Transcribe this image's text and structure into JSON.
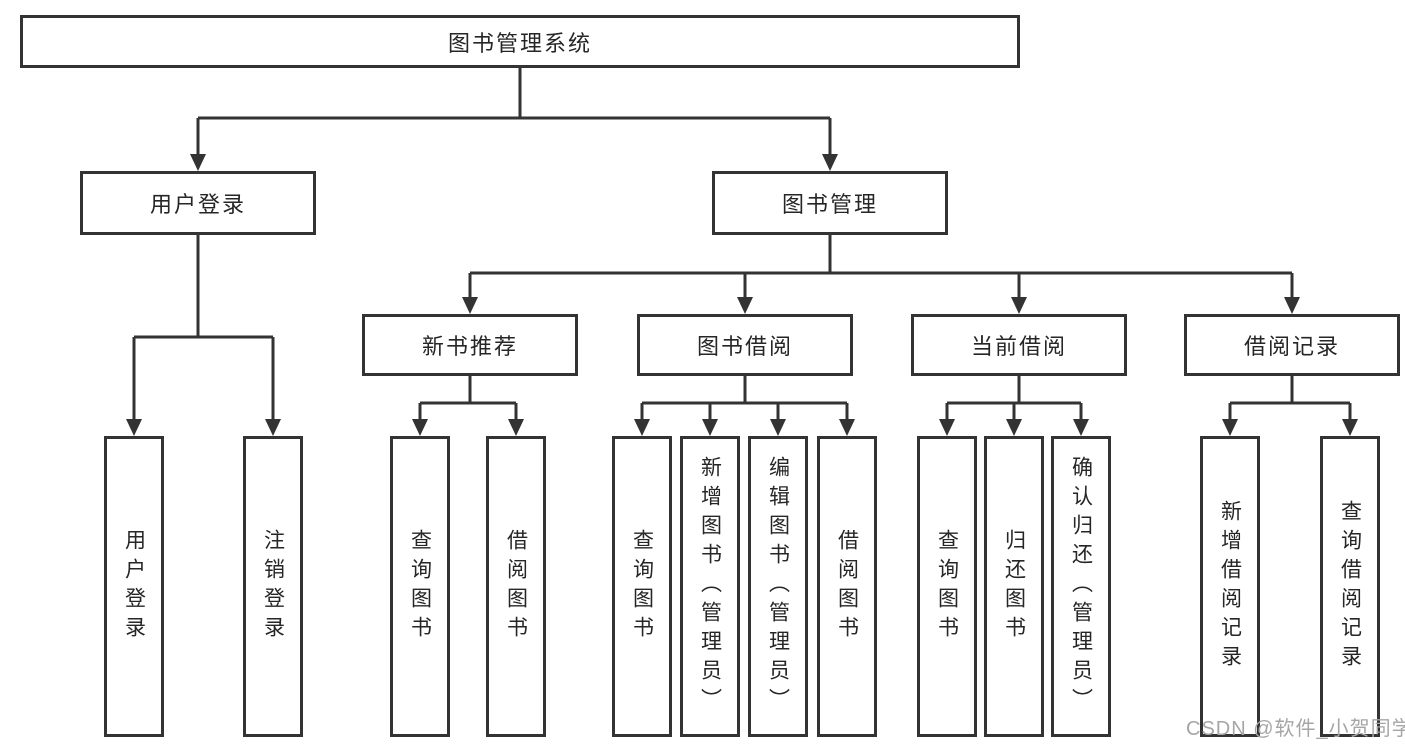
{
  "diagram": {
    "title": "图书管理系统",
    "branches": [
      {
        "label": "用户登录",
        "children": [
          {
            "label": "用户登录"
          },
          {
            "label": "注销登录"
          }
        ]
      },
      {
        "label": "图书管理",
        "children": [
          {
            "label": "新书推荐",
            "children": [
              {
                "label": "查询图书"
              },
              {
                "label": "借阅图书"
              }
            ]
          },
          {
            "label": "图书借阅",
            "children": [
              {
                "label": "查询图书"
              },
              {
                "label": "新增图书（管理员）"
              },
              {
                "label": "编辑图书（管理员）"
              },
              {
                "label": "借阅图书"
              }
            ]
          },
          {
            "label": "当前借阅",
            "children": [
              {
                "label": "查询图书"
              },
              {
                "label": "归还图书"
              },
              {
                "label": "确认归还（管理员）"
              }
            ]
          },
          {
            "label": "借阅记录",
            "children": [
              {
                "label": "新增借阅记录"
              },
              {
                "label": "查询借阅记录"
              }
            ]
          }
        ]
      }
    ]
  },
  "watermark": "CSDN @软件_小贺同学",
  "colors": {
    "line": "#333333",
    "text": "#262626",
    "box_background": "#ffffff",
    "watermark": "#a6a6a6"
  }
}
